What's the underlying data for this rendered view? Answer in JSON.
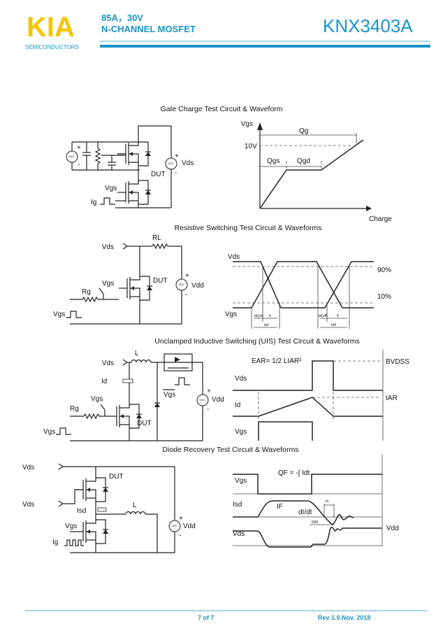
{
  "header": {
    "logo": "KIA",
    "logo_sub": "SEMICONDUCTORS",
    "spec_line1": "85A，30V",
    "spec_line2": "N-CHANNEL MOSFET",
    "part_number": "KNX3403A"
  },
  "colors": {
    "brand_yellow": "#f5c400",
    "brand_blue": "#1a93c8"
  },
  "sections": {
    "gate_charge": {
      "title": "Gate Charge Test Circuit & Waveform",
      "circuit": {
        "vds": "Vds",
        "dut": "DUT",
        "vgs": "Vgs",
        "ig": "Ig",
        "plus": "+",
        "minus": "-",
        "vdc": "VDC"
      },
      "waveform": {
        "y_axis": "Vgs",
        "x_axis": "Charge",
        "level": "10V",
        "qg": "Qg",
        "qgs": "Qgs",
        "qgd": "Qgd"
      }
    },
    "resistive": {
      "title": "Resistive Switching Test Circuit & Waveforms",
      "circuit": {
        "vds": "Vds",
        "rl": "RL",
        "vgs": "Vgs",
        "rg": "Rg",
        "dut": "DUT",
        "vdd": "Vdd",
        "vgs_pulse": "Vgs",
        "plus": "+",
        "minus": "-",
        "vdc": "VDC"
      },
      "waveform": {
        "vds": "Vds",
        "vgs": "Vgs",
        "p90": "90%",
        "p10": "10%",
        "td_on": "td(on)",
        "tr": "tr",
        "t_on": "ton",
        "td_off": "td(off)",
        "tf": "tf",
        "t_off": "toff"
      }
    },
    "uis": {
      "title": "Unclamped Inductive Switching (UIS) Test Circuit & Waveforms",
      "circuit": {
        "vds": "Vds",
        "l": "L",
        "id": "Id",
        "vgs_bar": "Vgs",
        "vdd": "Vdd",
        "vgs": "Vgs",
        "rg": "Rg",
        "dut": "DUT",
        "vgs_pulse": "Vgs",
        "plus": "+",
        "minus": "-",
        "vdc": "VDC"
      },
      "waveform": {
        "formula": "EAR= 1/2 LIAR²",
        "vds": "Vds",
        "id": "Id",
        "vgs": "Vgs",
        "bvdss": "BVDSS",
        "iar": "IAR"
      }
    },
    "diode": {
      "title": "Diode Recovery Test Circuit & Waveforms",
      "circuit": {
        "vds_top": "Vds",
        "dut": "DUT",
        "vds_gate": "Vds",
        "isd": "Isd",
        "l": "L",
        "vdd": "Vdd",
        "vgs": "Vgs",
        "ig": "Ig",
        "plus": "+",
        "minus": "-",
        "vdc": "VDC"
      },
      "waveform": {
        "formula": "QF = -∫ Idt",
        "vgs": "Vgs",
        "isd": "Isd",
        "vds": "Vds",
        "if": "IF",
        "didt": "dI/dt",
        "trr": "trr",
        "irm": "IRM",
        "vdd": "Vdd"
      }
    }
  },
  "footer": {
    "page": "7 of 7",
    "revision": "Rev 1.0.Nov. 2018"
  }
}
